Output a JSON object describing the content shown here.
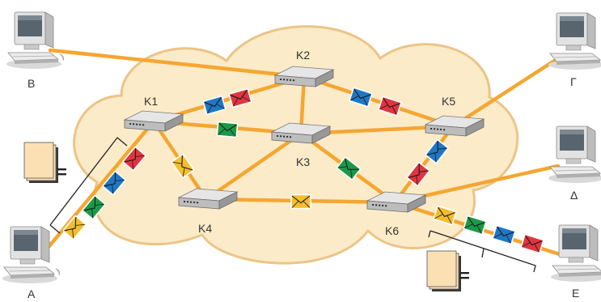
{
  "diagram": {
    "routers": [
      {
        "id": "K1",
        "label": "K1"
      },
      {
        "id": "K2",
        "label": "K2"
      },
      {
        "id": "K3",
        "label": "K3"
      },
      {
        "id": "K4",
        "label": "K4"
      },
      {
        "id": "K5",
        "label": "K5"
      },
      {
        "id": "K6",
        "label": "K6"
      }
    ],
    "computers": [
      {
        "id": "A",
        "label": "A"
      },
      {
        "id": "B",
        "label": "B"
      },
      {
        "id": "G",
        "label": "Γ"
      },
      {
        "id": "D",
        "label": "Δ"
      },
      {
        "id": "E",
        "label": "E"
      }
    ],
    "equals_sign": "=",
    "colors": {
      "cloud_fill": "#fcebc8",
      "cloud_stroke": "#ecc487",
      "link": "#f5a631",
      "env_red": "#e03540",
      "env_blue": "#1e78c8",
      "env_green": "#1a9a48",
      "env_yellow": "#f3bd2e",
      "document": "#fbe0b4"
    }
  }
}
